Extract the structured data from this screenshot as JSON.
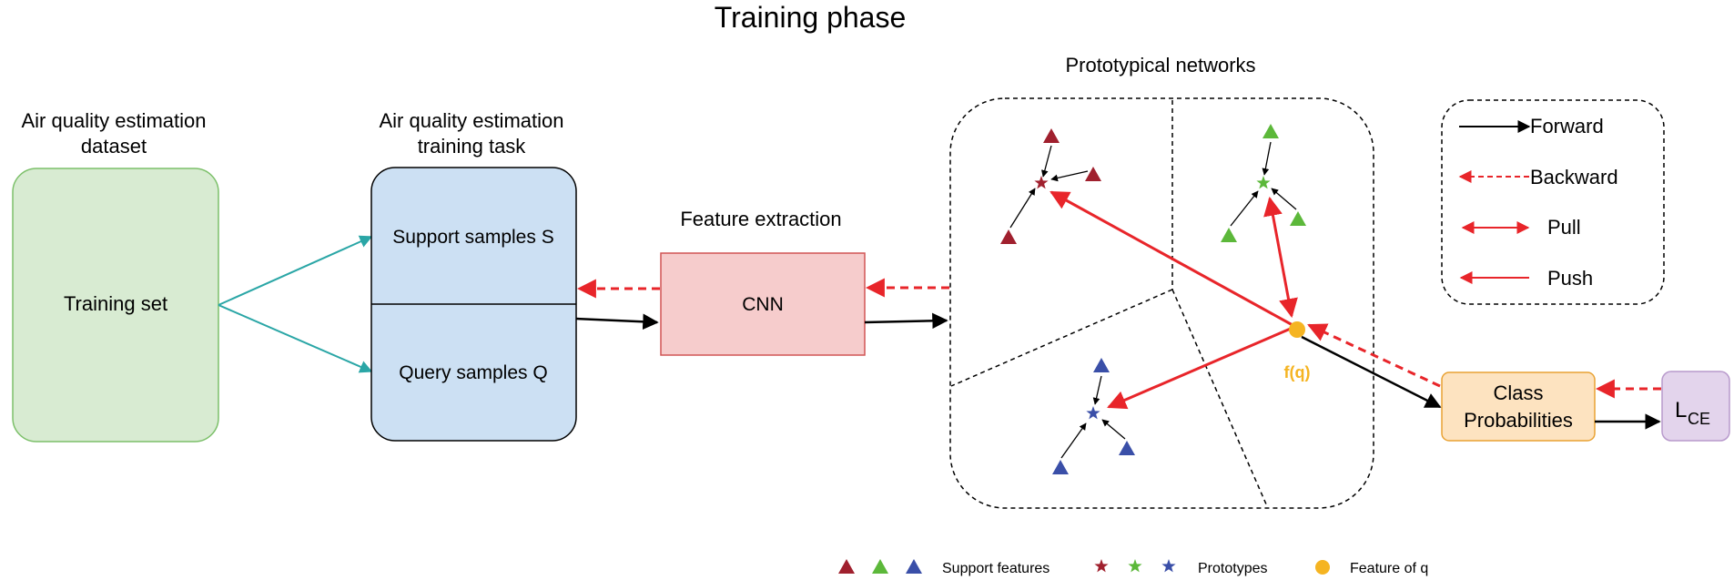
{
  "title": "Training phase",
  "dataset": {
    "heading_line1": "Air quality estimation",
    "heading_line2": "dataset",
    "box_label": "Training set"
  },
  "task": {
    "heading_line1": "Air quality estimation",
    "heading_line2": "training task",
    "support_label": "Support samples S",
    "query_label": "Query samples Q"
  },
  "feature_extraction": {
    "heading": "Feature extraction",
    "box_label": "CNN"
  },
  "protonet": {
    "heading": "Prototypical networks",
    "query_point_label": "f(q)"
  },
  "legend": {
    "forward": "Forward",
    "backward": "Backward",
    "pull": "Pull",
    "push": "Push"
  },
  "class_prob": {
    "line1": "Class",
    "line2": "Probabilities"
  },
  "loss": {
    "main": "L",
    "sub": "CE"
  },
  "bottom_legend": {
    "support_features": "Support features",
    "prototypes": "Prototypes",
    "feature_of_q": "Feature of q"
  },
  "colors": {
    "red_class": "#a0202e",
    "green_class": "#5cb83a",
    "blue_class": "#3a4fa8",
    "query_point": "#f5b422",
    "arrow_red": "#e8252a",
    "arrow_teal": "#2aa6a6",
    "dataset_fill": "#d8ebd2",
    "dataset_stroke": "#7cc06a",
    "task_fill": "#cce0f3",
    "cnn_fill": "#f6cccc",
    "cnn_stroke": "#d05555",
    "prob_fill": "#fde3c0",
    "prob_stroke": "#e9a233",
    "loss_fill": "#e3d4ec",
    "loss_stroke": "#b89acc"
  }
}
